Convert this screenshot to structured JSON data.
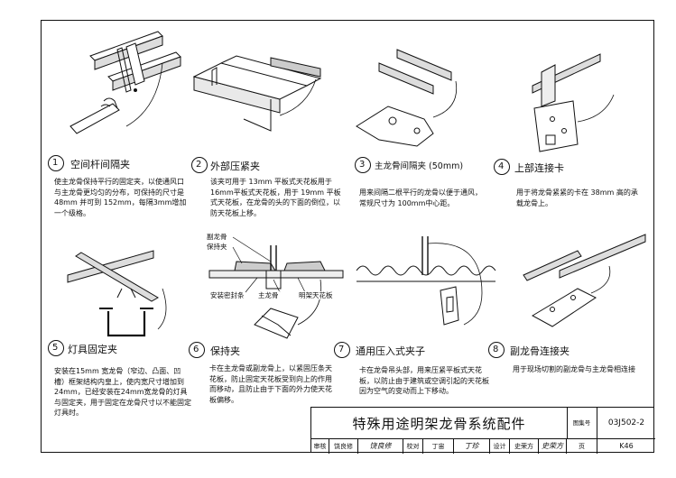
{
  "items": [
    {
      "num": "1",
      "title": "空间杆间隔夹",
      "desc": "使主龙骨保持平行的固定夹，以使通风口与主龙骨更均匀的分布，可保持的尺寸是 48mm 并可到 152mm，每隔3mm增加一个级格。"
    },
    {
      "num": "2",
      "title": "外部压紧夹",
      "desc": "该夹可用于 13mm 平板式天花板用于 16mm平板式天花板，用于 19mm 平板式天花板，在龙骨的头的下面的倒位，以防天花板上移。"
    },
    {
      "num": "3",
      "title": "主龙骨间隔夹 (50mm)",
      "desc": "用来间隔二根平行的龙骨以便于通风，常规尺寸为 100mm中心距。"
    },
    {
      "num": "4",
      "title": "上部连接卡",
      "desc": "用于将龙骨紧紧的卡在 38mm 高的承载龙骨上。"
    },
    {
      "num": "5",
      "title": "灯具固定夹",
      "desc": "安装在15mm 宽龙骨（窄边、凸面、凹槽）框架结构内皇上，使内宽尺寸增加到 24mm，已经安装在24mm宽龙骨的灯具与固定夹，用于固定在龙骨尺寸以不能固定灯具时。"
    },
    {
      "num": "6",
      "title": "保持夹",
      "desc": "卡在主龙骨或副龙骨上，以紧固压条天花板，防止固定天花板受到向上的作用而移动，且防止由于下面的外力使天花板偏移。"
    },
    {
      "num": "7",
      "title": "通用压入式夹子",
      "desc": "卡在龙骨吊头部，用来压紧平板式天花板，以防止由于建筑或空调引起的天花板因为空气的变动而上下移动。"
    },
    {
      "num": "8",
      "title": "副龙骨连接夹",
      "desc": "用于现场切割的副龙骨与主龙骨相连接"
    }
  ],
  "labels": {
    "sub_keel": "副龙骨",
    "retain_clip": "保持夹",
    "install_seal": "安装密封条",
    "main_keel": "主龙骨",
    "flat_ceiling": "明架天花板"
  },
  "titleblock": {
    "title": "特殊用途明架龙骨系统配件",
    "atlas_label": "图集号",
    "atlas_no": "03J502-2",
    "page_label": "页",
    "page_no": "K46",
    "row": [
      "审核",
      "饶良修",
      "饶良修",
      "校对",
      "丁宙",
      "丁珍",
      "设计",
      "史荣方",
      "史荣方"
    ]
  }
}
